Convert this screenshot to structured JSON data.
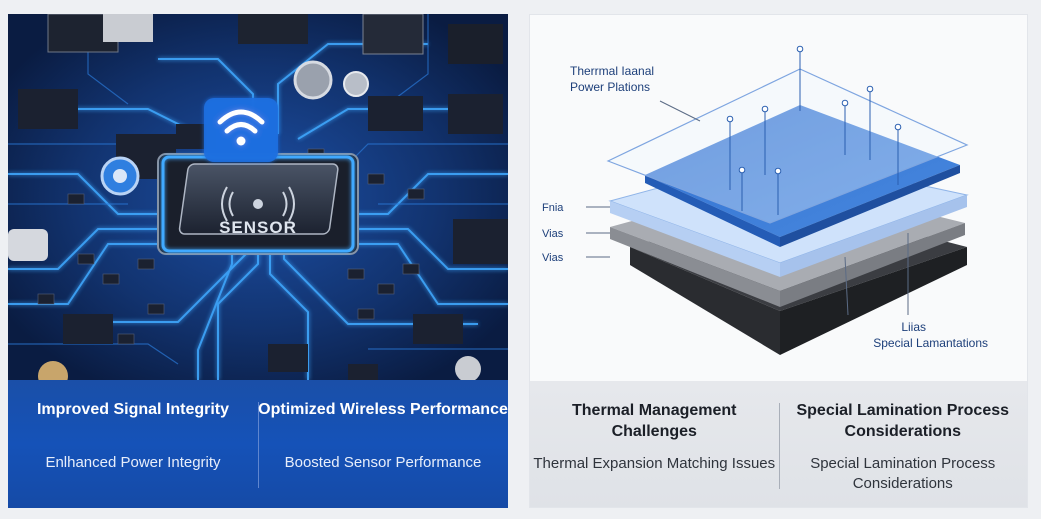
{
  "left": {
    "chip_text": "SENSOR",
    "captions": [
      {
        "heading": "Improved Signal Integrity",
        "sub": "Enlhanced Power Integrity"
      },
      {
        "heading": "Optimized Wireless Performance",
        "sub": "Boosted Sensor Performance"
      }
    ]
  },
  "right": {
    "labels": {
      "top_line1": "Therrmal Iaanal",
      "top_line2": "Power Plations",
      "layer1": "Fnia",
      "layer2": "Vias",
      "layer3": "Vias",
      "bottom_line1": "Liias",
      "bottom_line2": "Special Lamantations"
    },
    "captions": [
      {
        "heading": "Thermal Management Challenges",
        "sub": "Thermal Expansion Matching Issues"
      },
      {
        "heading": "Special Lamination Process Considerations",
        "sub": "Special Lamination Process Considerations"
      }
    ]
  },
  "colors": {
    "pcb_board": "#0d2350",
    "trace_glow": "#3fa9ff",
    "caption_blue": "#1552b8",
    "layer_blue": "#3a7bd5",
    "caption_grey": "#e2e5ea"
  },
  "icons": [
    "wifi-icon",
    "sensor-waves-icon"
  ]
}
